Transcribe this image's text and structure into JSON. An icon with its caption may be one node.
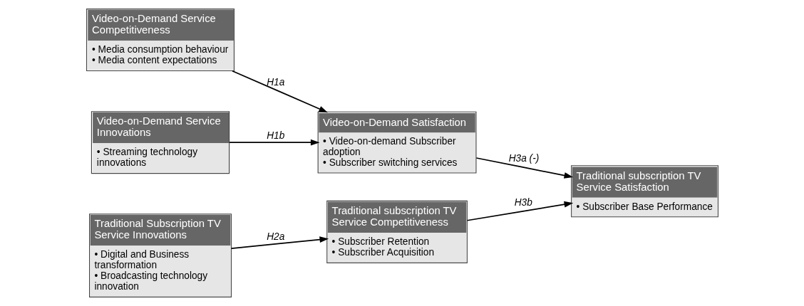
{
  "diagram": {
    "nodes": [
      {
        "text": [
          "Video-on-Demand Service Competitiveness",
          "• Media consumption behaviour",
          "• Media content expectations"
        ]
      },
      {
        "text": [
          "Video-on-Demand Service Innovations",
          "• Streaming technology innovations"
        ]
      },
      {
        "text": [
          "Traditional Subscription TV Service Innovations",
          "• Digital and Business transformation",
          "• Broadcasting technology innovation"
        ]
      },
      {
        "text": [
          "Video-on-Demand Satisfaction",
          "• Video-on-demand Subscriber adoption",
          "• Subscriber switching services"
        ]
      },
      {
        "text": [
          "Traditional subscription TV Service Competitiveness",
          "• Subscriber Retention",
          "• Subscriber Acquisition"
        ]
      },
      {
        "text": [
          "Traditional subscription TV Service Satisfaction",
          "• Subscriber Base Performance"
        ]
      }
    ],
    "edges": [
      {
        "from": 0,
        "to": 3,
        "arrow": "to",
        "label": "H1a"
      },
      {
        "from": 1,
        "to": 3,
        "arrow": "to",
        "label": "H1b"
      },
      {
        "from": 2,
        "to": 4,
        "arrow": "to",
        "label": "H2a"
      },
      {
        "from": 3,
        "to": 5,
        "arrow": "to",
        "label": "H3a (-)"
      },
      {
        "from": 4,
        "to": 5,
        "arrow": "to",
        "label": "H3b"
      }
    ]
  }
}
